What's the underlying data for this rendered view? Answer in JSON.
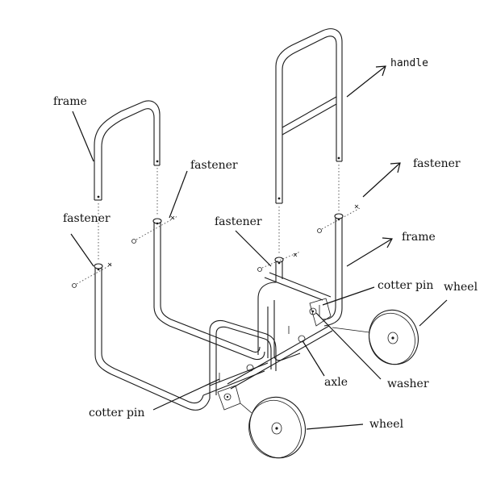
{
  "labels": {
    "handle": "handle",
    "frame_left": "frame",
    "frame_right": "frame",
    "fastener_top_center": "fastener",
    "fastener_top_right": "fastener",
    "fastener_left": "fastener",
    "fastener_mid": "fastener",
    "cotter_pin_right": "cotter pin",
    "cotter_pin_bottom": "cotter pin",
    "wheel_right": "wheel",
    "wheel_bottom": "wheel",
    "axle": "axle",
    "washer": "washer"
  }
}
